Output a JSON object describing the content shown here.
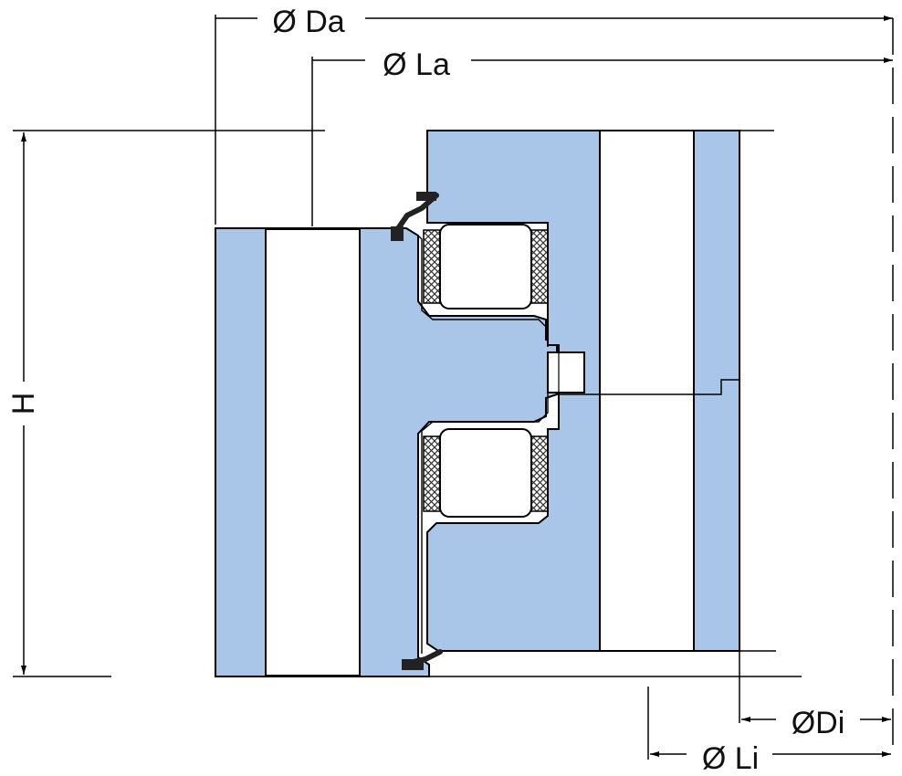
{
  "labels": {
    "outer_diameter": "Ø Da",
    "outer_bolt_circle": "Ø La",
    "height": "H",
    "inner_diameter": "ØDi",
    "inner_bolt_circle": "Ø Li"
  },
  "colors": {
    "ring_fill": "#a9c6e8",
    "line": "#000000",
    "background": "#ffffff",
    "seal": "#222222"
  }
}
